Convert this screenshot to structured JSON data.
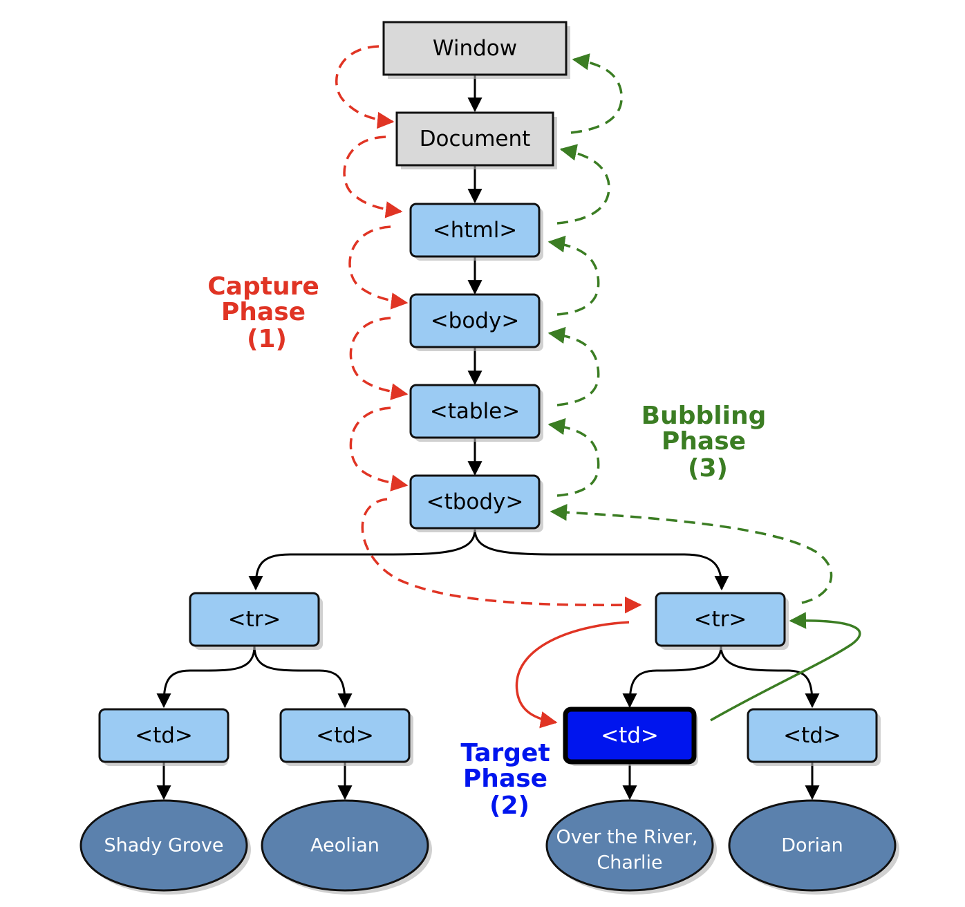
{
  "nodes": {
    "window": "Window",
    "document": "Document",
    "html": "<html>",
    "body": "<body>",
    "table": "<table>",
    "tbody": "<tbody>",
    "tr_left": "<tr>",
    "tr_right": "<tr>",
    "td_1": "<td>",
    "td_2": "<td>",
    "td_3": "<td>",
    "td_4": "<td>"
  },
  "leaves": {
    "leaf_1": "Shady Grove",
    "leaf_2": "Aeolian",
    "leaf_3_line1": "Over the River,",
    "leaf_3_line2": "Charlie",
    "leaf_4": "Dorian"
  },
  "phases": {
    "capture": {
      "line1": "Capture",
      "line2": "Phase",
      "line3": "(1)"
    },
    "target": {
      "line1": "Target",
      "line2": "Phase",
      "line3": "(2)"
    },
    "bubbling": {
      "line1": "Bubbling",
      "line2": "Phase",
      "line3": "(3)"
    }
  },
  "colors": {
    "capture": "#e03424",
    "bubbling": "#3b7d23",
    "target": "#0015ee",
    "element_box": "#9bcbf3",
    "root_box": "#d9d9d9",
    "text_leaf": "#5b81ad"
  }
}
